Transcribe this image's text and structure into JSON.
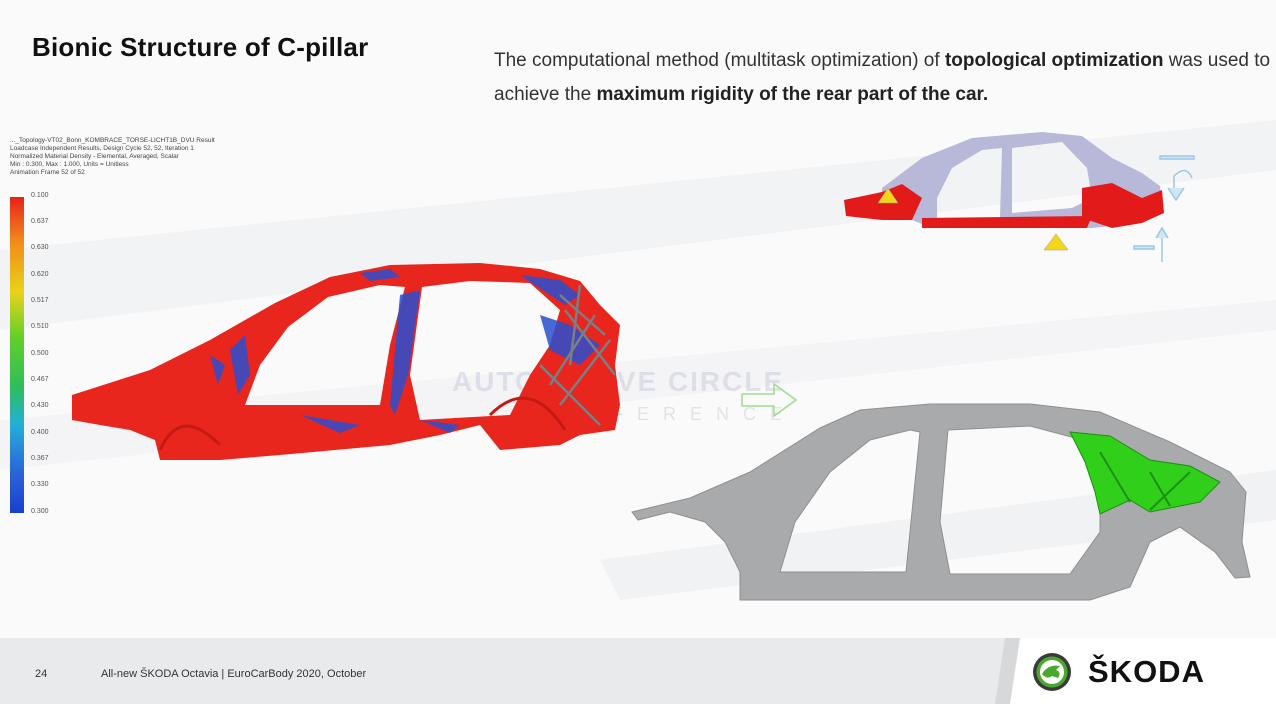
{
  "slide": {
    "title": "Bionic Structure of C-pillar",
    "description": {
      "part1": "The computational method (multitask optimization) of ",
      "bold1": "topological optimization",
      "part2": " was used to achieve the ",
      "bold2": "maximum rigidity of the rear part of the car."
    }
  },
  "legend": {
    "meta_lines": [
      "..._Topology-VT02_Bonn_KOMBRACE_TORSE-LICHT1B_DVU Result",
      "Loadcase Independent Results, Design Cycle 52, 52, Iteration 1",
      "Normalized Material Density - Elemental, Averaged, Scalar",
      "Min : 0.300, Max : 1.000, Units = Unitless",
      "Animation Frame 52 of 52"
    ],
    "ticks": [
      "0.100",
      "0.637",
      "0.630",
      "0.620",
      "0.517",
      "0.510",
      "0.500",
      "0.467",
      "0.430",
      "0.400",
      "0.367",
      "0.330",
      "0.300"
    ]
  },
  "footer": {
    "page_number": "24",
    "text": "All-new ŠKODA Octavia | EuroCarBody 2020, October",
    "brand": "ŠKODA"
  },
  "watermark": {
    "line1": "AUTOMOTIVE CIRCLE",
    "line2": "CONFERENCE"
  },
  "colors": {
    "optimized_red": "#e8261e",
    "low_density_blue": "#2244c8",
    "bionic_green": "#2fcf1a",
    "body_grey": "#a9aaab",
    "skoda_green": "#4ba82e"
  }
}
